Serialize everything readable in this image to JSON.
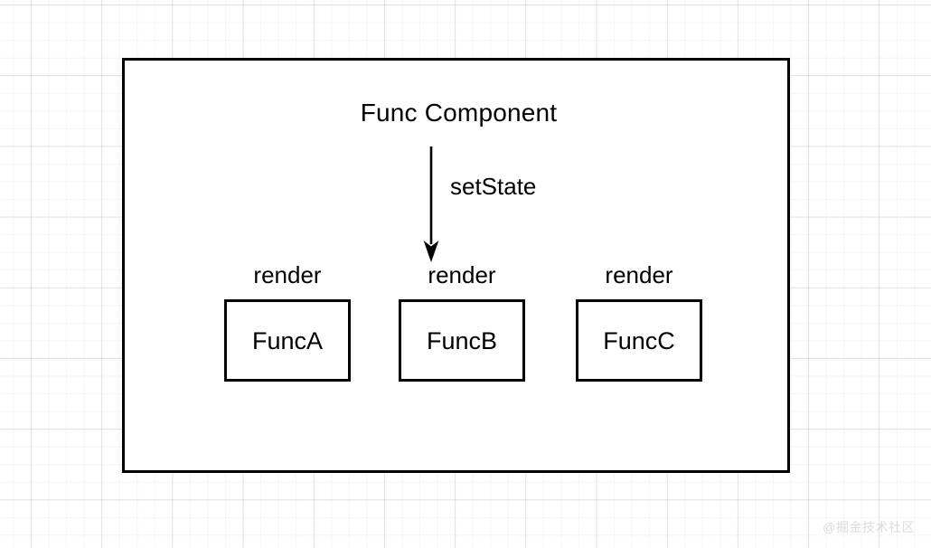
{
  "diagram": {
    "title": "Func Component",
    "arrow": {
      "label": "setState",
      "icon": "down-arrow-icon",
      "direction": "down"
    },
    "columns": [
      {
        "render_label": "render",
        "box_label": "FuncA"
      },
      {
        "render_label": "render",
        "box_label": "FuncB"
      },
      {
        "render_label": "render",
        "box_label": "FuncC"
      }
    ]
  },
  "watermark": {
    "text": "@掘金技术社区"
  },
  "colors": {
    "stroke": "#000000",
    "background": "#ffffff",
    "grid_minor": "rgba(0,0,0,0.035)",
    "grid_major": "rgba(0,0,0,0.085)",
    "watermark": "rgba(0,0,0,0.14)"
  }
}
